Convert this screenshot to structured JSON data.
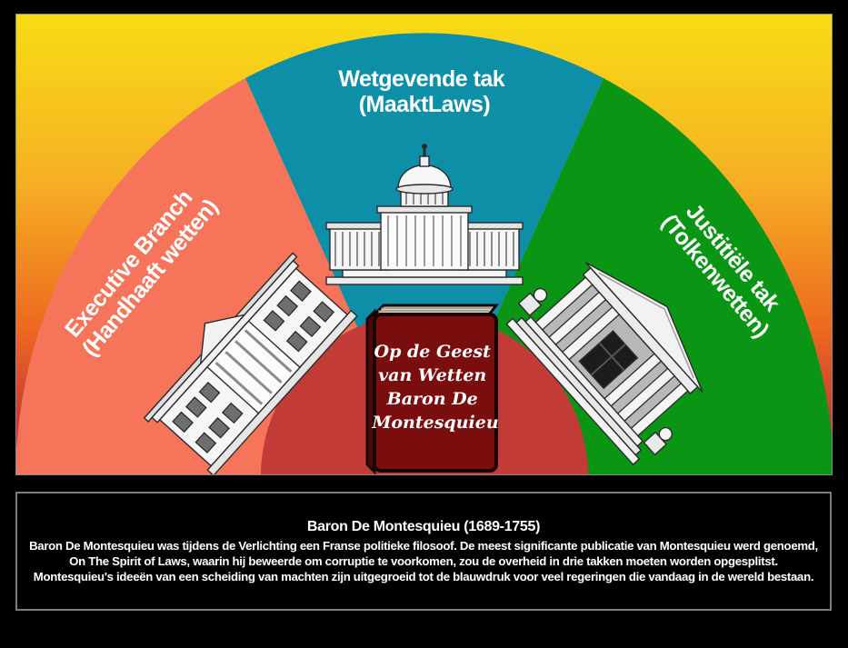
{
  "diagram": {
    "legislative": {
      "label_line1": "Wetgevende tak",
      "label_line2": "(MaaktLaws)",
      "color": "#0d8fa8",
      "building": "capitol"
    },
    "executive": {
      "label_line1": "Executive Branch",
      "label_line2": "(Handhaaft wetten)",
      "color": "#f5745a",
      "building": "white-house"
    },
    "judicial": {
      "label_line1": "Justitiële tak",
      "label_line2": "(Tolkenwetten)",
      "color": "#0a9614",
      "building": "supreme-court"
    },
    "inner_semicircle_color": "#c23b36",
    "book": {
      "line1": "Op de Geest",
      "line2": "van Wetten",
      "line3": "Baron De",
      "line4": "Montesquieu",
      "cover_color": "#7a0e0e"
    }
  },
  "caption": {
    "title": "Baron De Montesquieu (1689-1755)",
    "body": "Baron De Montesquieu was tijdens de Verlichting een Franse politieke filosoof. De meest significante publicatie van Montesquieu werd genoemd, On The Spirit of Laws, waarin hij beweerde om corruptie te voorkomen, zou de overheid in drie takken moeten worden opgesplitst. Montesquieu's ideeën van een scheiding van machten zijn uitgegroeid tot de blauwdruk voor veel regeringen die vandaag in de wereld bestaan."
  },
  "colors": {
    "background": "#000000",
    "gradient_top": "#f8dc15",
    "gradient_bottom": "#a82e38",
    "text": "#ffffff"
  }
}
